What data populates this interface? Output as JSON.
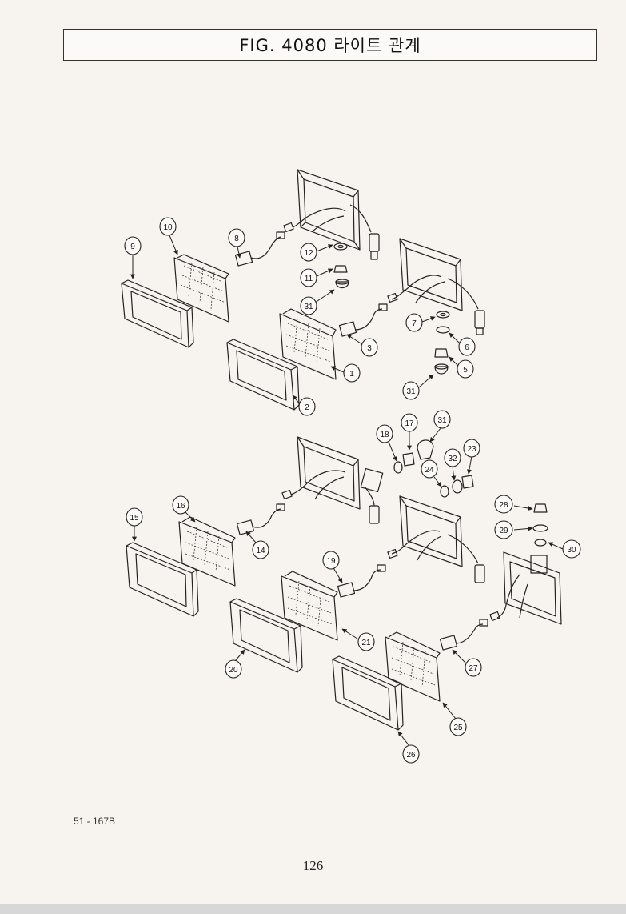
{
  "title": "FIG. 4080 라이트 관계",
  "drawing_code": "51 - 167B",
  "page_number": "126",
  "callouts": [
    "1",
    "2",
    "3",
    "5",
    "6",
    "7",
    "8",
    "9",
    "10",
    "11",
    "12",
    "14",
    "15",
    "16",
    "17",
    "18",
    "19",
    "20",
    "21",
    "23",
    "24",
    "25",
    "26",
    "27",
    "28",
    "29",
    "30",
    "31",
    "32"
  ]
}
